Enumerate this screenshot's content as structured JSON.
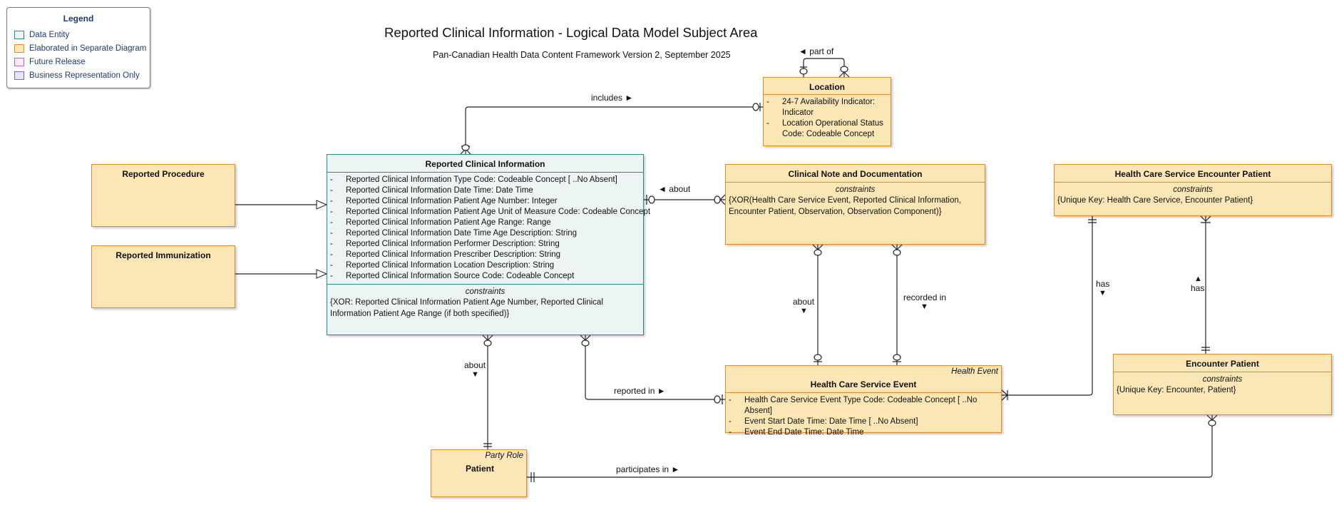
{
  "title": "Reported Clinical Information - Logical Data Model Subject Area",
  "subtitle": "Pan-Canadian Health Data Content Framework Version 2, September 2025",
  "legend": {
    "title": "Legend",
    "items": [
      {
        "label": "Data Entity",
        "color": "#2a8a8a",
        "fill": "#ecf5f4"
      },
      {
        "label": "Elaborated in Separate Diagram",
        "color": "#e08a2e",
        "fill": "#fce6b6"
      },
      {
        "label": "Future Release",
        "color": "#d060b0",
        "fill": "#fbeaf5"
      },
      {
        "label": "Business Representation Only",
        "color": "#6d6dc0",
        "fill": "#e5e5f7"
      }
    ]
  },
  "entities": {
    "location": {
      "name": "Location",
      "attributes": [
        {
          "dash": "-",
          "text": "24-7 Availability Indicator: Indicator"
        },
        {
          "dash": "-",
          "text": "Location Operational Status Code: Codeable Concept"
        }
      ]
    },
    "reported_procedure": {
      "name": "Reported Procedure"
    },
    "reported_immunization": {
      "name": "Reported Immunization"
    },
    "reported_clinical_information": {
      "name": "Reported Clinical Information",
      "attributes": [
        {
          "dash": "-",
          "text": "Reported Clinical Information Type Code: Codeable Concept [ ..No Absent]"
        },
        {
          "dash": "-",
          "text": "Reported Clinical Information Date Time: Date Time"
        },
        {
          "dash": "-",
          "text": "Reported Clinical Information Patient Age Number: Integer"
        },
        {
          "dash": "-",
          "text": "Reported Clinical Information Patient Age Unit of Measure Code: Codeable Concept"
        },
        {
          "dash": "-",
          "text": "Reported Clinical Information Patient Age Range: Range"
        },
        {
          "dash": "-",
          "text": "Reported Clinical Information Date Time Age Description: String"
        },
        {
          "dash": "-",
          "text": "Reported Clinical Information Performer Description: String"
        },
        {
          "dash": "-",
          "text": "Reported Clinical Information Prescriber Description: String"
        },
        {
          "dash": "-",
          "text": "Reported Clinical Information Location Description: String"
        },
        {
          "dash": "-",
          "text": "Reported Clinical Information Source Code: Codeable Concept"
        }
      ],
      "constraints_label": "constraints",
      "constraints": "{XOR: Reported Clinical Information Patient Age Number, Reported Clinical Information Patient Age Range (if both specified)}"
    },
    "clinical_note": {
      "name": "Clinical Note and Documentation",
      "constraints_label": "constraints",
      "constraints": "{XOR(Health Care Service Event, Reported Clinical Information, Encounter Patient, Observation, Observation Component)}"
    },
    "hcs_encounter_patient": {
      "name": "Health Care Service Encounter Patient",
      "constraints_label": "constraints",
      "constraints": "{Unique Key: Health Care Service, Encounter Patient}"
    },
    "encounter_patient": {
      "name": "Encounter Patient",
      "constraints_label": "constraints",
      "constraints": "{Unique Key: Encounter, Patient}"
    },
    "hcs_event": {
      "stereotype": "Health Event",
      "name": "Health Care Service Event",
      "attributes": [
        {
          "dash": "-",
          "text": "Health Care Service Event Type Code: Codeable Concept [ ..No Absent]"
        },
        {
          "dash": "-",
          "text": "Event Start Date Time: Date Time [ ..No Absent]"
        },
        {
          "dash": "-",
          "text": "Event End Date Time: Date Time"
        }
      ]
    },
    "patient": {
      "stereotype": "Party Role",
      "name": "Patient"
    }
  },
  "relationships": {
    "part_of": "◄ part of",
    "includes": "includes ►",
    "about_note": "◄ about",
    "about_event": "about",
    "about_event_arrow": "▼",
    "recorded_in": "recorded in",
    "recorded_in_arrow": "▼",
    "has_left": "has",
    "has_left_arrow": "▼",
    "has_right_arrow": "▲",
    "has_right": "has",
    "about_patient": "about",
    "about_patient_arrow": "▼",
    "reported_in": "reported in ►",
    "participates_in": "participates in ►"
  }
}
